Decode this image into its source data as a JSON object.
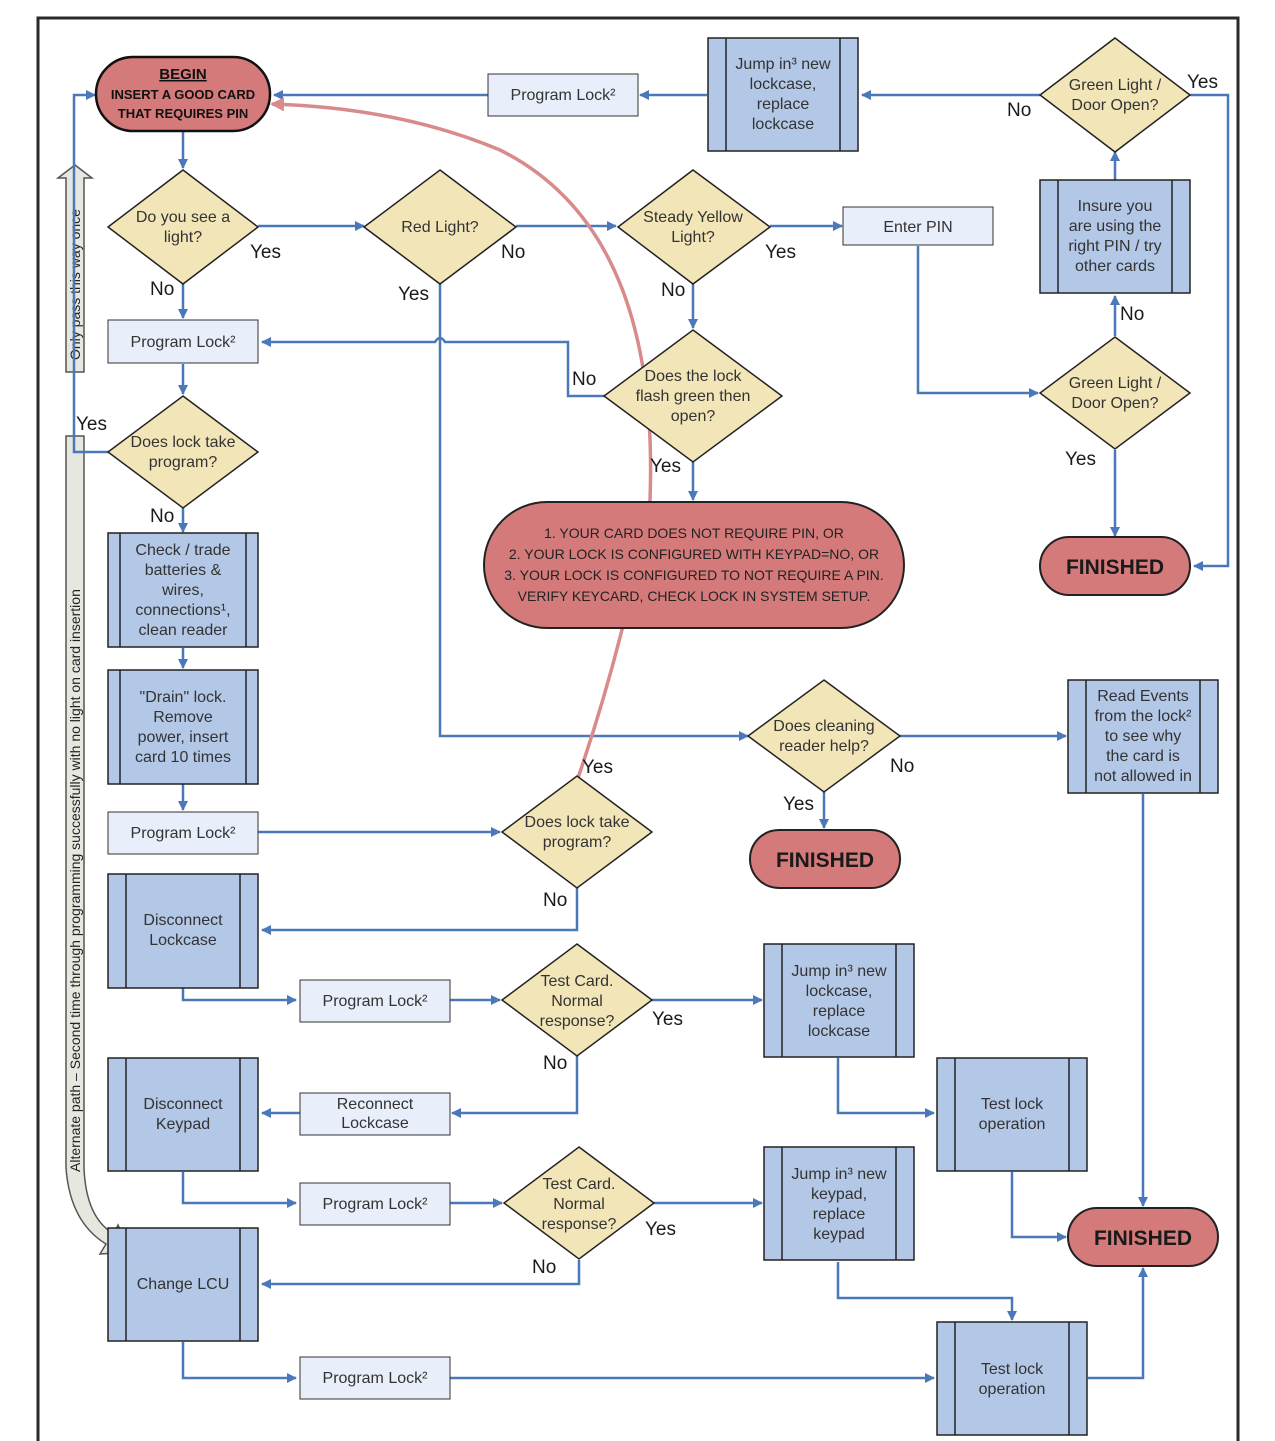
{
  "colors": {
    "process_fill": "#b3c7e6",
    "diamond_fill": "#f2e6b8",
    "terminal_fill": "#d47a7a",
    "io_fill": "#e8eefa",
    "arrow": "#4a78b8",
    "red_arrow": "#d98a8a",
    "border": "#2a2a2a"
  },
  "terminals": {
    "begin_title": "BEGIN",
    "begin_line1": "INSERT A GOOD CARD",
    "begin_line2": "THAT REQUIRES PIN",
    "finished": "FINISHED"
  },
  "decisions": {
    "see_light": [
      "Do you see a",
      "light?"
    ],
    "red_light": [
      "Red Light?"
    ],
    "steady_yellow": [
      "Steady Yellow",
      "Light?"
    ],
    "flash_green": [
      "Does the lock",
      "flash green then",
      "open?"
    ],
    "lock_take_program_1": [
      "Does lock take",
      "program?"
    ],
    "lock_take_program_2": [
      "Does lock take",
      "program?"
    ],
    "green_door_top": [
      "Green Light /",
      "Door Open?"
    ],
    "green_door_mid": [
      "Green Light /",
      "Door Open?"
    ],
    "cleaning_reader": [
      "Does cleaning",
      "reader help?"
    ],
    "test_card_1": [
      "Test Card.",
      "Normal",
      "response?"
    ],
    "test_card_2": [
      "Test Card.",
      "Normal",
      "response?"
    ]
  },
  "processes": {
    "jump_lockcase_top": [
      "Jump in³ new",
      "lockcase,",
      "replace",
      "lockcase"
    ],
    "insure_pin": [
      "Insure you",
      "are using the",
      "right PIN / try",
      "other cards"
    ],
    "check_batteries": [
      "Check / trade",
      "batteries &",
      "wires,",
      "connections¹,",
      "clean reader"
    ],
    "drain_lock": [
      "\"Drain\" lock.",
      "Remove",
      "power, insert",
      "card 10 times"
    ],
    "disconnect_lockcase": [
      "Disconnect",
      "Lockcase"
    ],
    "disconnect_keypad": [
      "Disconnect",
      "Keypad"
    ],
    "change_lcu": [
      "Change LCU"
    ],
    "jump_lockcase_mid": [
      "Jump in³ new",
      "lockcase,",
      "replace",
      "lockcase"
    ],
    "jump_keypad": [
      "Jump in³ new",
      "keypad,",
      "replace",
      "keypad"
    ],
    "read_events": [
      "Read Events",
      "from the lock²",
      "to see why",
      "the card is",
      "not allowed in"
    ],
    "test_lock_1": [
      "Test lock",
      "operation"
    ],
    "test_lock_2": [
      "Test lock",
      "operation"
    ]
  },
  "io": {
    "program_lock": "Program Lock²",
    "enter_pin": "Enter PIN",
    "reconnect_lockcase": [
      "Reconnect",
      "Lockcase"
    ]
  },
  "condition_note": [
    "1. YOUR CARD DOES NOT REQUIRE PIN, OR",
    "2. YOUR LOCK IS CONFIGURED WITH KEYPAD=NO, OR",
    "3. YOUR LOCK IS CONFIGURED TO NOT REQUIRE A PIN.",
    "VERIFY KEYCARD, CHECK LOCK IN SYSTEM SETUP."
  ],
  "labels": {
    "yes": "Yes",
    "no": "No"
  },
  "side_notes": {
    "only_once": "Only pass this way once",
    "alternate": "Alternate path – Second time through programming successfully with no light on card insertion"
  }
}
